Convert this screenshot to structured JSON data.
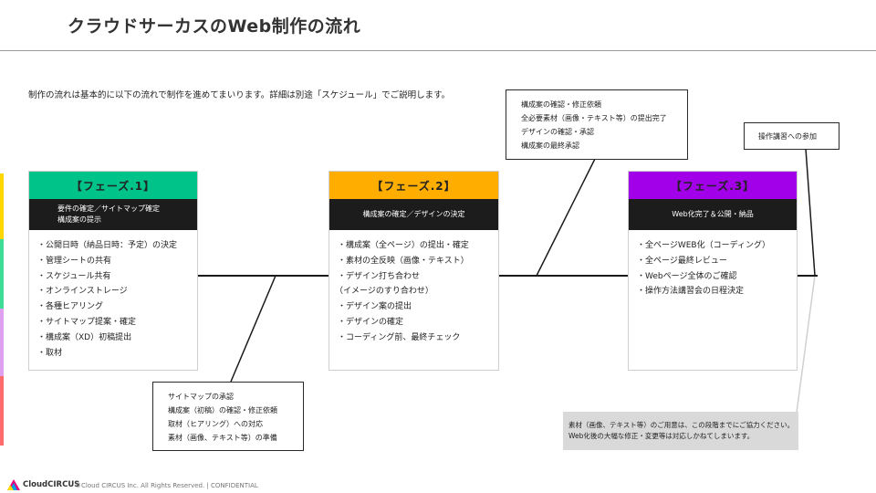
{
  "title": "クラウドサーカスのWeb制作の流れ",
  "lead": "制作の流れは基本的に以下の流れで制作を進めてまいります。詳細は別途「スケジュール」でご説明します。",
  "colors": {
    "phase1": "#00c389",
    "phase2": "#ffae00",
    "phase3": "#a100e8",
    "sidebar": [
      "#ffd600",
      "#3ddc97",
      "#e0a0f0",
      "#ff6b6b"
    ]
  },
  "phases": [
    {
      "label": "【フェーズ.1】",
      "subtitle_lines": [
        "要件の確定／サイトマップ確定",
        "構成案の提示"
      ],
      "items": [
        "・公開日時（納品日時：予定）の決定",
        "・管理シートの共有",
        "・スケジュール共有",
        "・オンラインストレージ",
        "・各種ヒアリング",
        "・サイトマップ提案・確定",
        "・構成案（XD）初稿提出",
        "・取材"
      ]
    },
    {
      "label": "【フェーズ.2】",
      "subtitle_lines": [
        "構成案の確定／デザインの決定"
      ],
      "items": [
        "・構成案（全ページ）の提出・確定",
        "・素材の全反映（画像・テキスト）",
        "・デザイン打ち合わせ",
        "（イメージのすり合わせ）",
        "・デザイン案の提出",
        "・デザインの確定",
        "・コーディング前、最終チェック"
      ]
    },
    {
      "label": "【フェーズ.3】",
      "subtitle_lines": [
        "Web化完了＆公開・納品"
      ],
      "items": [
        "・全ページWEB化（コーディング）",
        "・全ページ最終レビュー",
        "・Webページ全体のご確認",
        "・操作方法講習会の日程決定"
      ]
    }
  ],
  "notes": {
    "top": [
      "構成案の確認・修正依頼",
      "全必要素材（画像・テキスト等）の提出完了",
      "デザインの確認・承認",
      "構成案の最終承認"
    ],
    "bottom": [
      "サイトマップの承認",
      "構成案（初稿）の確認・修正依頼",
      "取材（ヒアリング）への対応",
      "素材（画像、テキスト等）の準備"
    ],
    "right": [
      "操作講習への参加"
    ],
    "gray": [
      "素材（画像、テキスト等）のご用意は、この段階までにご協力ください。",
      "Web化後の大幅な修正・変更等は対応しかねてしまいます。"
    ]
  },
  "footer": {
    "brand_prefix": "Cloud",
    "brand_suffix": "CIRCUS",
    "copyright": "©Cloud CIRCUS Inc. All Rights Reserved. | CONFIDENTIAL",
    "logo_icon": "cloudcircus-logo-icon"
  }
}
